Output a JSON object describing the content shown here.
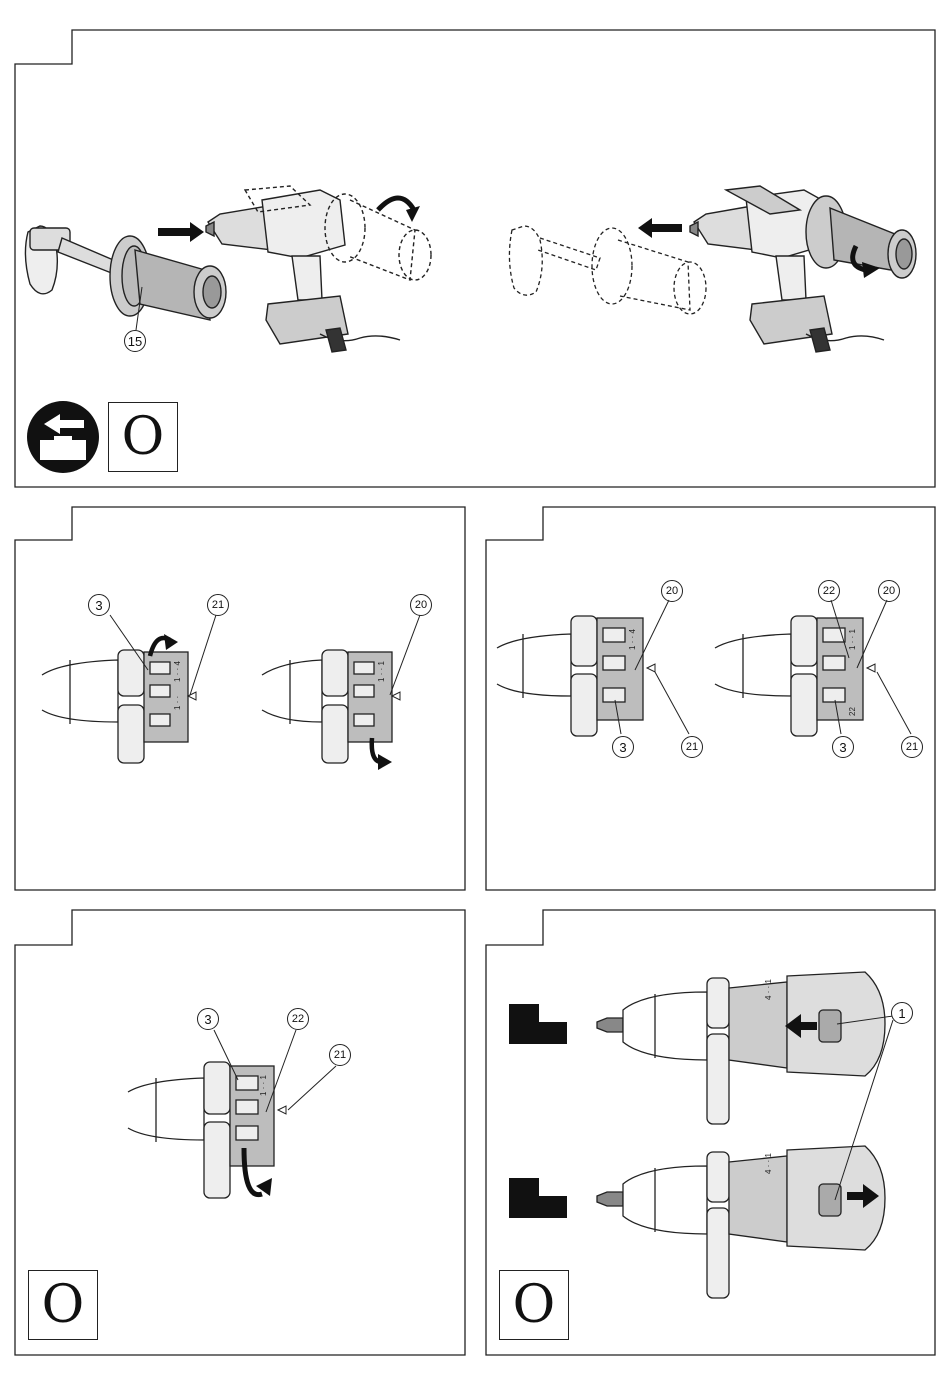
{
  "panel1": {
    "callouts": {
      "handle": "15"
    },
    "badge": "O"
  },
  "panel2": {
    "callouts": {
      "ring": "3",
      "mark_left": "21",
      "mark_right": "20"
    },
    "scale_left": "1 · · 4",
    "scale_left2": "1 · ·",
    "scale_right": "1 · · 1"
  },
  "panel3": {
    "callouts": {
      "a20": "20",
      "a3": "3",
      "a21": "21",
      "b22": "22",
      "b20": "20",
      "b3": "3",
      "b21": "21"
    },
    "scale_a": "1 · · 4",
    "scale_b": "1 · · 1",
    "scale_b2": "22"
  },
  "panel4": {
    "callouts": {
      "ring": "3",
      "mark22": "22",
      "mark21": "21"
    },
    "scale": "1 · · 1",
    "badge": "O"
  },
  "panel5": {
    "callouts": {
      "switch": "1"
    },
    "scale_top": "4 · · 1",
    "scale_bottom": "4 · · 1",
    "badge": "O"
  }
}
